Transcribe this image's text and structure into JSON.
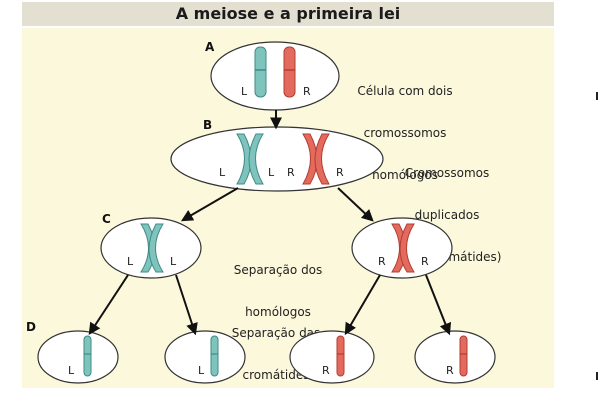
{
  "title": "A meiose e a primeira lei",
  "stages": [
    {
      "letter": "A",
      "caption": [
        "Célula com dois",
        "cromossomos",
        "homólogos"
      ]
    },
    {
      "letter": "B",
      "caption": [
        "Cromossomos",
        "duplicados",
        "(duas cromátides)"
      ]
    },
    {
      "letter": "C",
      "caption": [
        "Separação dos",
        "homólogos"
      ]
    },
    {
      "letter": "D",
      "caption": [
        "Separação das",
        "cromátides"
      ]
    }
  ],
  "allele_labels": {
    "left": "L",
    "right": "R"
  },
  "colors": {
    "teal": "#7fc3bd",
    "red": "#e36a5c",
    "panel": "#fcf8dc",
    "title_bar": "#e3e0d1"
  }
}
